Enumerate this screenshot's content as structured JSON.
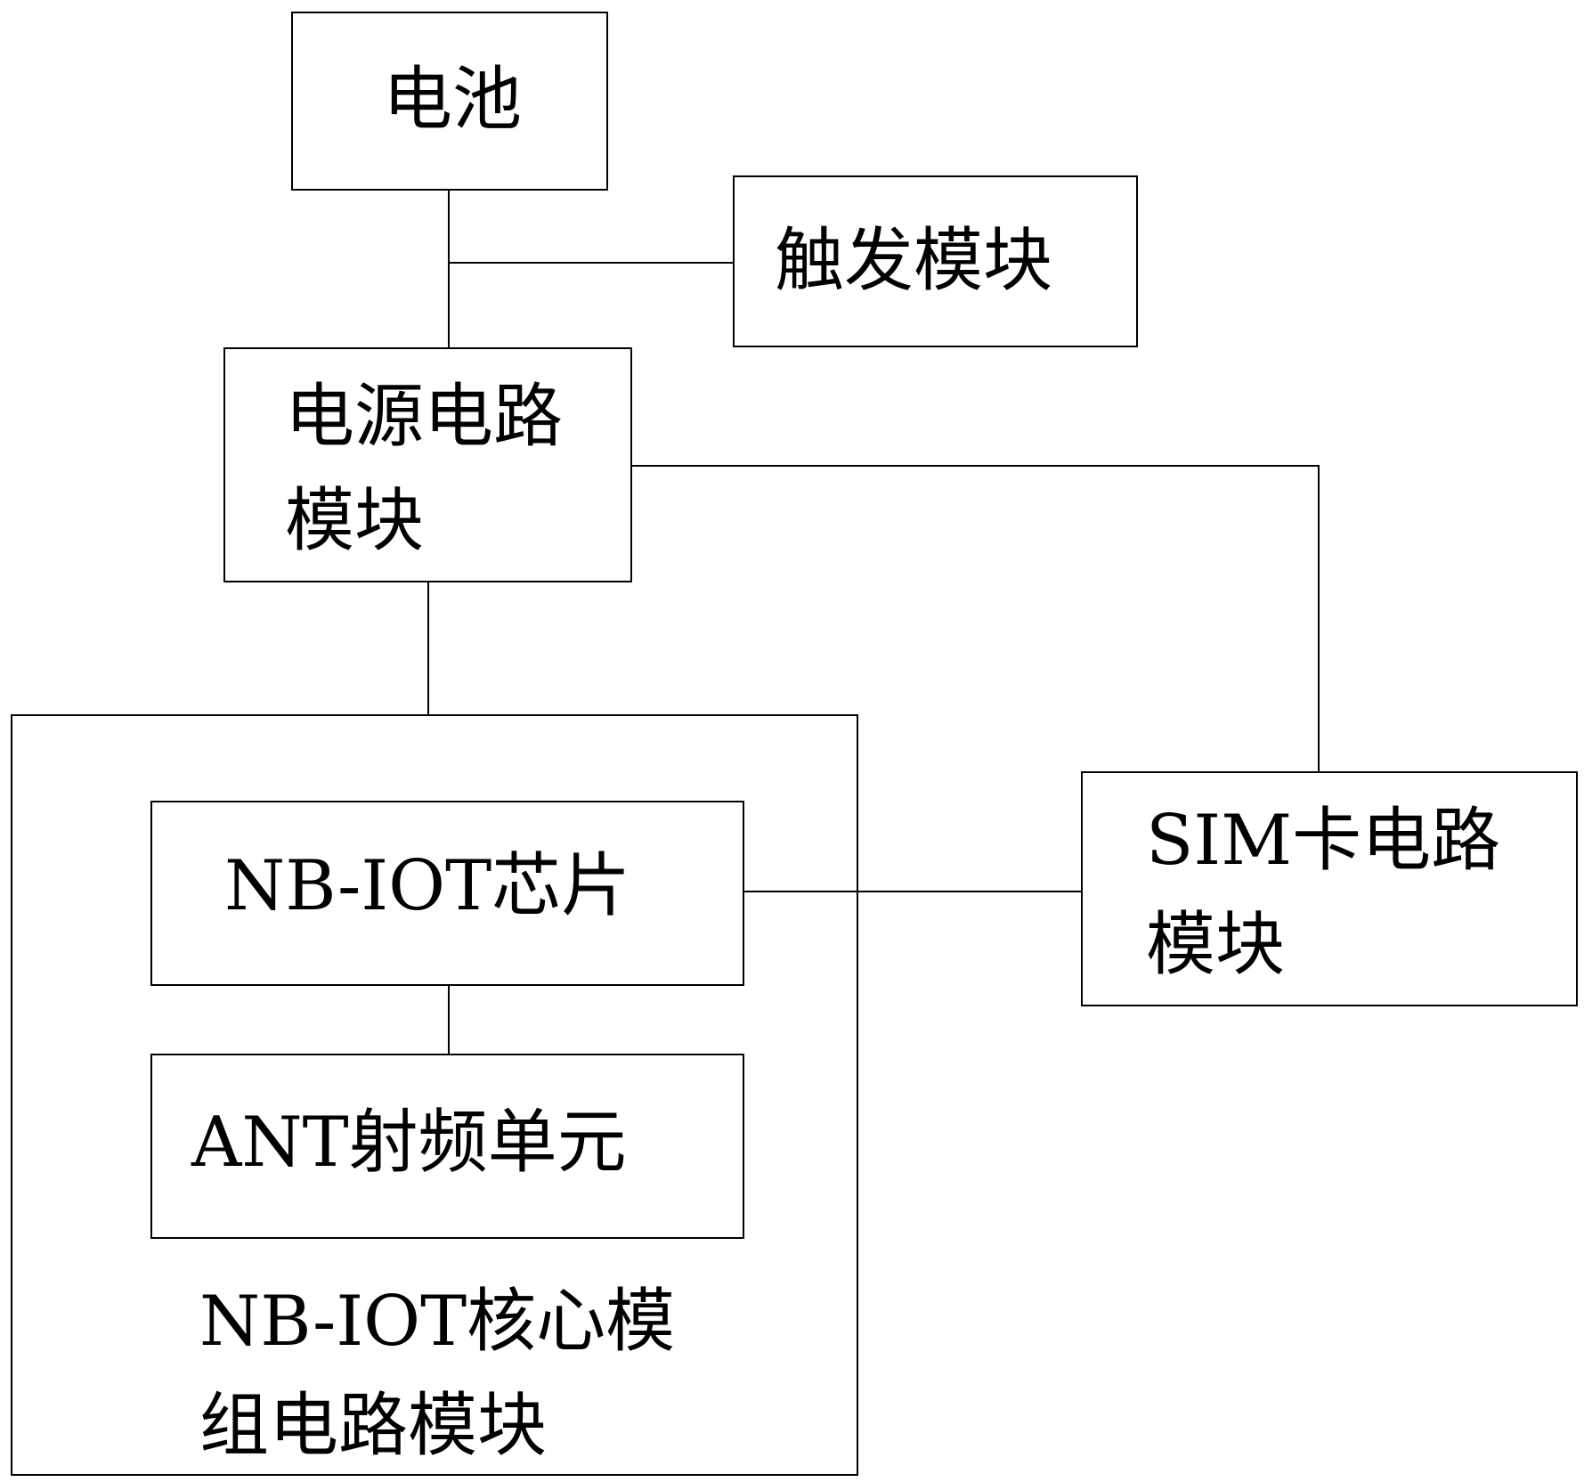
{
  "diagram": {
    "battery": {
      "label": "电池"
    },
    "trigger": {
      "label": "触发模块"
    },
    "power": {
      "line1": "电源电路",
      "line2": "模块"
    },
    "sim": {
      "line1": "SIM卡电路",
      "line2": "模块"
    },
    "core": {
      "chip": {
        "label": "NB-IOT芯片"
      },
      "ant": {
        "label": "ANT射频单元"
      },
      "line1": "NB-IOT核心模",
      "line2": "组电路模块"
    },
    "stroke_color": "#000000",
    "background_color": "#ffffff"
  }
}
